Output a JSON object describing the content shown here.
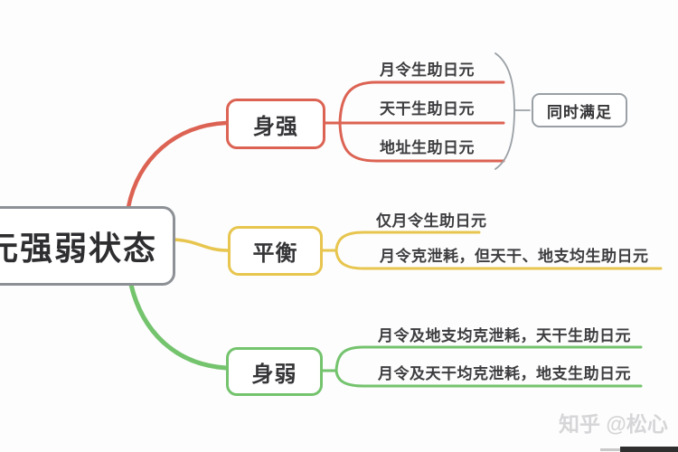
{
  "colors": {
    "red": "#dc6353",
    "yellow": "#e7c54e",
    "green": "#74c36d",
    "gray_border": "#8d9196",
    "bracket_gray": "#9aa0a5",
    "text_dark": "#353537",
    "watermark_gray": "#d6d6d8",
    "background": "#fdfdfd"
  },
  "root": {
    "label": "元强弱状态"
  },
  "branches": [
    {
      "label": "身强",
      "children": [
        {
          "label": "月令生助日元"
        },
        {
          "label": "天干生助日元"
        },
        {
          "label": "地址生助日元"
        }
      ],
      "annotation": {
        "label": "同时满足"
      }
    },
    {
      "label": "平衡",
      "children": [
        {
          "label": "仅月令生助日元"
        },
        {
          "label": "月令克泄耗，但天干、地支均生助日元"
        }
      ]
    },
    {
      "label": "身弱",
      "children": [
        {
          "label": "月令及地支均克泄耗，天干生助日元"
        },
        {
          "label": "月令及天干均克泄耗，地支生助日元"
        }
      ]
    }
  ],
  "watermark": {
    "label": "知乎 @松心"
  }
}
